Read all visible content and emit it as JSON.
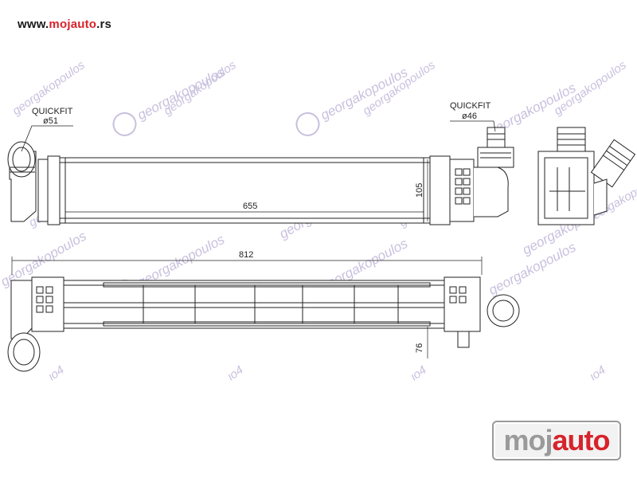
{
  "header": {
    "url_prefix": "www.",
    "url_brand": "mojauto",
    "url_suffix": ".rs"
  },
  "labels": {
    "left_connector_type": "QUICKFIT",
    "left_connector_diameter": "ø51",
    "right_connector_type": "QUICKFIT",
    "right_connector_diameter": "ø46"
  },
  "dimensions": {
    "core_length": "655",
    "core_height": "105",
    "overall_length": "812",
    "bottom_depth": "76"
  },
  "watermarks": {
    "brand_text": "georgakopoulos",
    "fragment": "ιο4"
  },
  "logo": {
    "part1": "moj",
    "part2": "auto"
  },
  "colors": {
    "brand_red": "#d7232b",
    "watermark_purple": "#c9c0de",
    "line_dark": "#222222"
  }
}
